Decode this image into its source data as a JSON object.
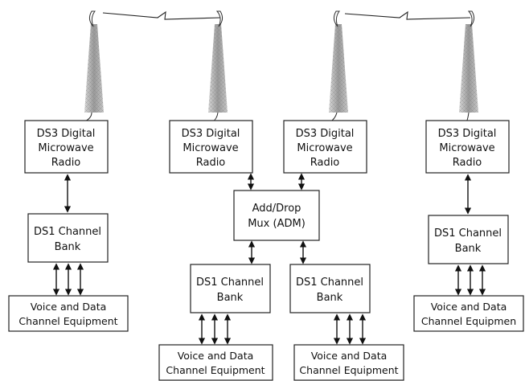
{
  "diagram": {
    "radios": [
      {
        "line1": "DS3 Digital",
        "line2": "Microwave",
        "line3": "Radio"
      },
      {
        "line1": "DS3 Digital",
        "line2": "Microwave",
        "line3": "Radio"
      },
      {
        "line1": "DS3 Digital",
        "line2": "Microwave",
        "line3": "Radio"
      },
      {
        "line1": "DS3 Digital",
        "line2": "Microwave",
        "line3": "Radio"
      }
    ],
    "adm": {
      "line1": "Add/Drop",
      "line2": "Mux (ADM)"
    },
    "channel_banks": [
      {
        "line1": "DS1 Channel",
        "line2": "Bank"
      },
      {
        "line1": "DS1 Channel",
        "line2": "Bank"
      },
      {
        "line1": "DS1 Channel",
        "line2": "Bank"
      },
      {
        "line1": "DS1 Channel",
        "line2": "Bank"
      }
    ],
    "equipment": [
      {
        "line1": "Voice and Data",
        "line2": "Channel Equipment"
      },
      {
        "line1": "Voice and Data",
        "line2": "Channel Equipment"
      },
      {
        "line1": "Voice and Data",
        "line2": "Channel Equipment"
      },
      {
        "line1": "Voice and Data",
        "line2": "Channel Equipmen"
      }
    ]
  }
}
